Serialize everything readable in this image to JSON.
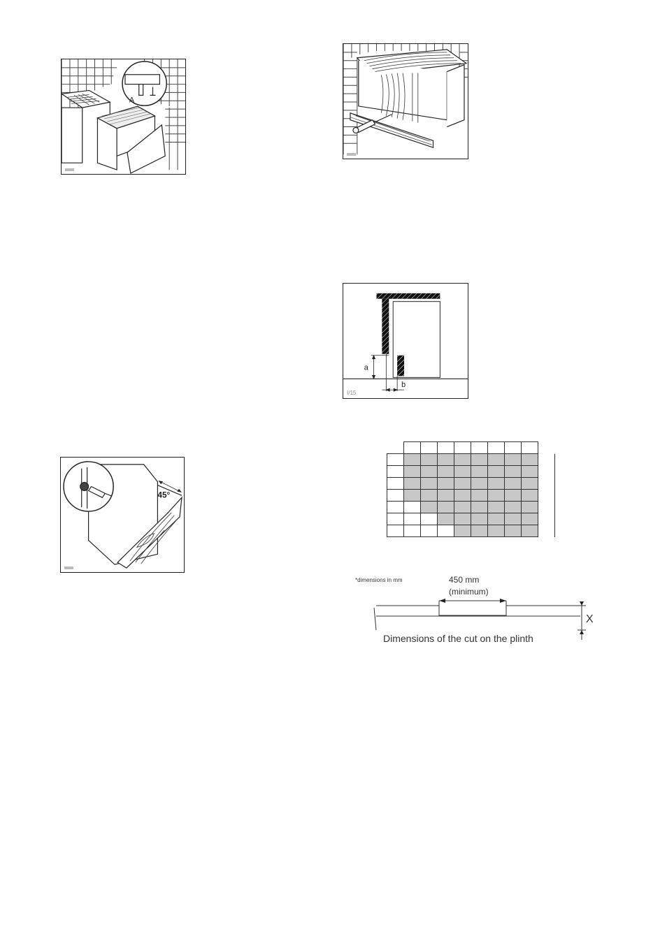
{
  "figures": {
    "fig_a": {
      "callout_label": "A"
    },
    "fig_hinge": {
      "angle_label": "45°"
    },
    "fig_recess": {
      "code": "I/15",
      "label_a": "a",
      "label_b": "b"
    }
  },
  "grid": {
    "rows": [
      [
        "n",
        "w",
        "w",
        "w",
        "w",
        "w",
        "w",
        "w",
        "w",
        "n"
      ],
      [
        "w",
        "g",
        "g",
        "g",
        "g",
        "g",
        "g",
        "g",
        "g",
        "rt"
      ],
      [
        "w",
        "g",
        "g",
        "g",
        "g",
        "g",
        "g",
        "g",
        "g",
        "rt"
      ],
      [
        "w",
        "g",
        "g",
        "g",
        "g",
        "g",
        "g",
        "g",
        "g",
        "rt"
      ],
      [
        "w",
        "g",
        "g",
        "g",
        "g",
        "g",
        "g",
        "g",
        "g",
        "rt"
      ],
      [
        "w",
        "w",
        "g",
        "g",
        "g",
        "g",
        "g",
        "g",
        "g",
        "rt"
      ],
      [
        "w",
        "w",
        "w",
        "g",
        "g",
        "g",
        "g",
        "g",
        "g",
        "rt"
      ],
      [
        "w",
        "w",
        "w",
        "w",
        "g",
        "g",
        "g",
        "g",
        "g",
        "rt"
      ]
    ]
  },
  "plinth": {
    "note": "*dimensions in mm",
    "width_value": "450 mm",
    "width_qualifier": "(minimum)",
    "height_label": "X",
    "caption": "Dimensions of the cut on the plinth"
  }
}
